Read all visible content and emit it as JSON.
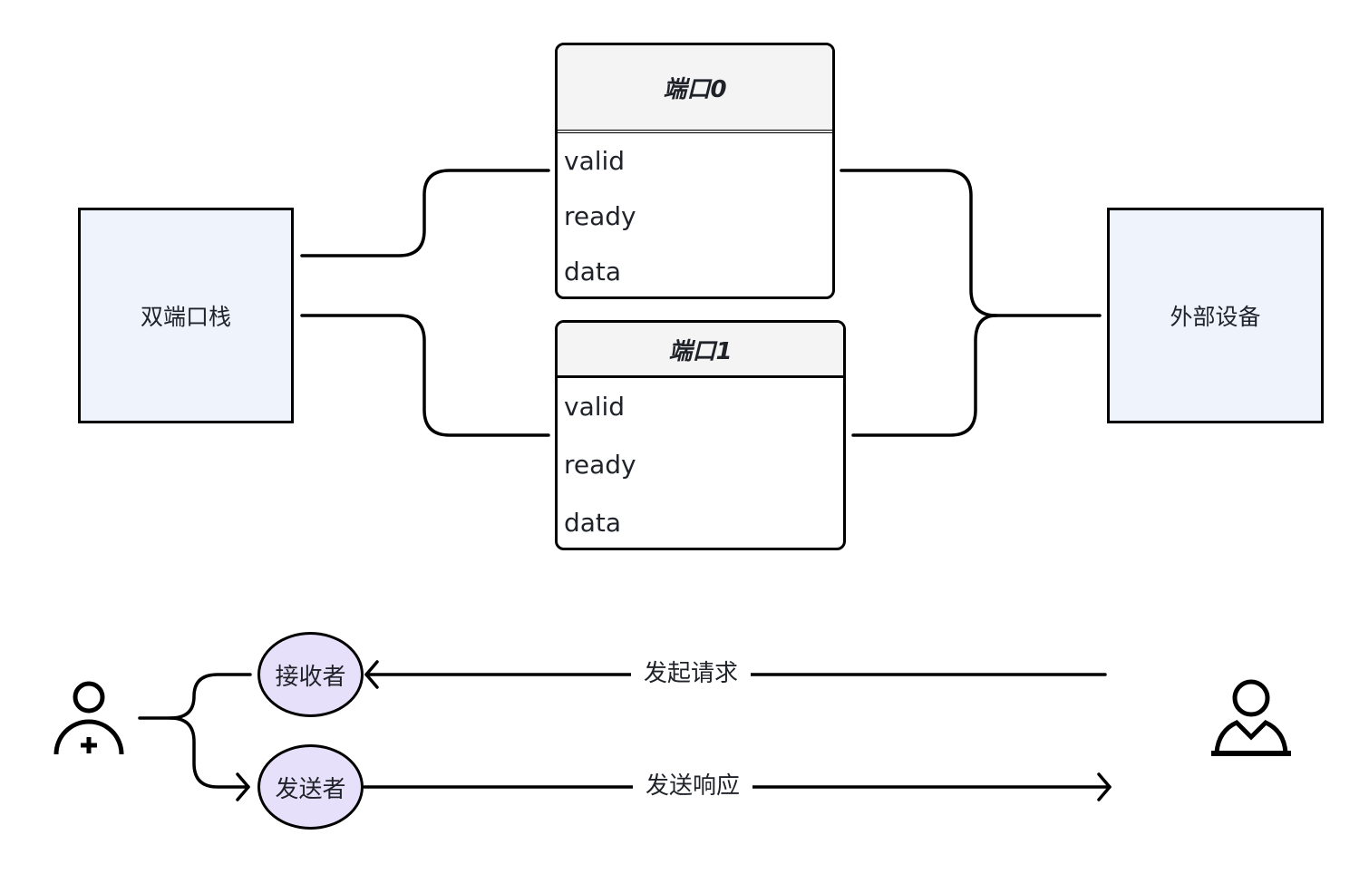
{
  "diagram": {
    "left_block": {
      "label": "双端口栈",
      "fill": "#eef3fc"
    },
    "right_block": {
      "label": "外部设备",
      "fill": "#eef3fc"
    },
    "ports": [
      {
        "title": "端口0",
        "fields": [
          "valid",
          "ready",
          "data"
        ]
      },
      {
        "title": "端口1",
        "fields": [
          "valid",
          "ready",
          "data"
        ]
      }
    ],
    "roles": {
      "receiver": {
        "label": "接收者",
        "fill": "#e7e0fb"
      },
      "sender": {
        "label": "发送者",
        "fill": "#e7e0fb"
      }
    },
    "edges": {
      "request": {
        "label": "发起请求",
        "direction": "external-device → receiver"
      },
      "response": {
        "label": "发送响应",
        "direction": "sender → external-device"
      }
    },
    "actors": {
      "left": {
        "icon": "add-user-icon"
      },
      "right": {
        "icon": "user-icon"
      }
    },
    "colors": {
      "stroke": "#000000",
      "port_header": "#f4f4f4",
      "text": "#1f2329"
    }
  }
}
